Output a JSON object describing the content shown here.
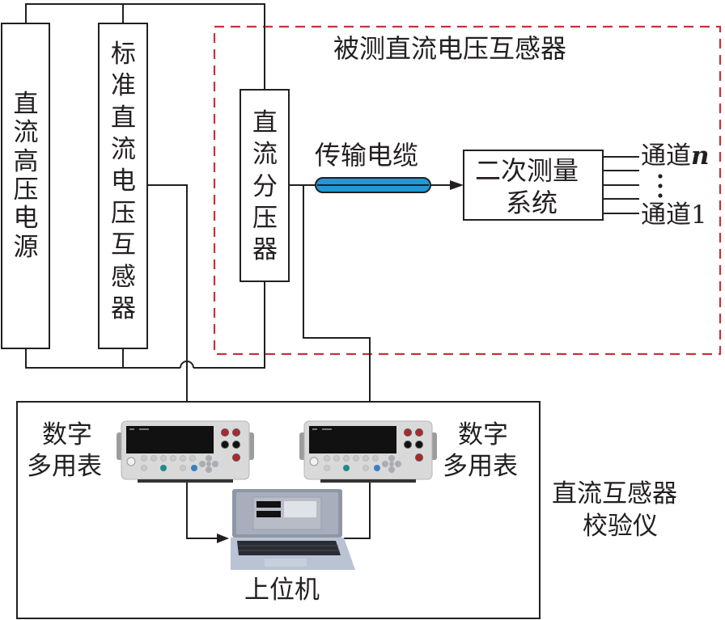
{
  "title": "被测直流电压互感器",
  "colors": {
    "line": "#231f20",
    "dashed_border": "#c8313a",
    "cable_fill": "#1e9ad6",
    "laptop_body": "#b4bed0",
    "meter_body": "#d9d9d9",
    "meter_display": "#111111",
    "jack_red": "#b0272d"
  },
  "blocks": {
    "hv_source": {
      "label": "直流高压电源",
      "chars": [
        "直",
        "流",
        "高",
        "压",
        "电",
        "源"
      ]
    },
    "standard_vt": {
      "label": "标准直流电压互感器",
      "chars": [
        "标",
        "准",
        "直",
        "流",
        "电",
        "压",
        "互",
        "感",
        "器"
      ]
    },
    "divider": {
      "label": "直流分压器",
      "chars": [
        "直",
        "流",
        "分",
        "压",
        "器"
      ]
    },
    "secondary_system": {
      "line1": "二次测量",
      "line2": "系统"
    }
  },
  "dut_region_label": "被测直流电压互感器",
  "cable_label": "传输电缆",
  "channels": {
    "top": "通道",
    "top_suffix": "n",
    "bottom": "通道1",
    "ellipsis": "⋮"
  },
  "calibrator": {
    "label_line1": "直流互感器",
    "label_line2": "校验仪",
    "dmm_left": {
      "line1": "数字",
      "line2": "多用表"
    },
    "dmm_right": {
      "line1": "数字",
      "line2": "多用表"
    },
    "host_pc": "上位机"
  },
  "icons": {
    "dmm": "digital-multimeter-icon",
    "laptop": "laptop-icon",
    "arrow": "arrowhead-icon",
    "cable": "transmission-cable-icon"
  }
}
